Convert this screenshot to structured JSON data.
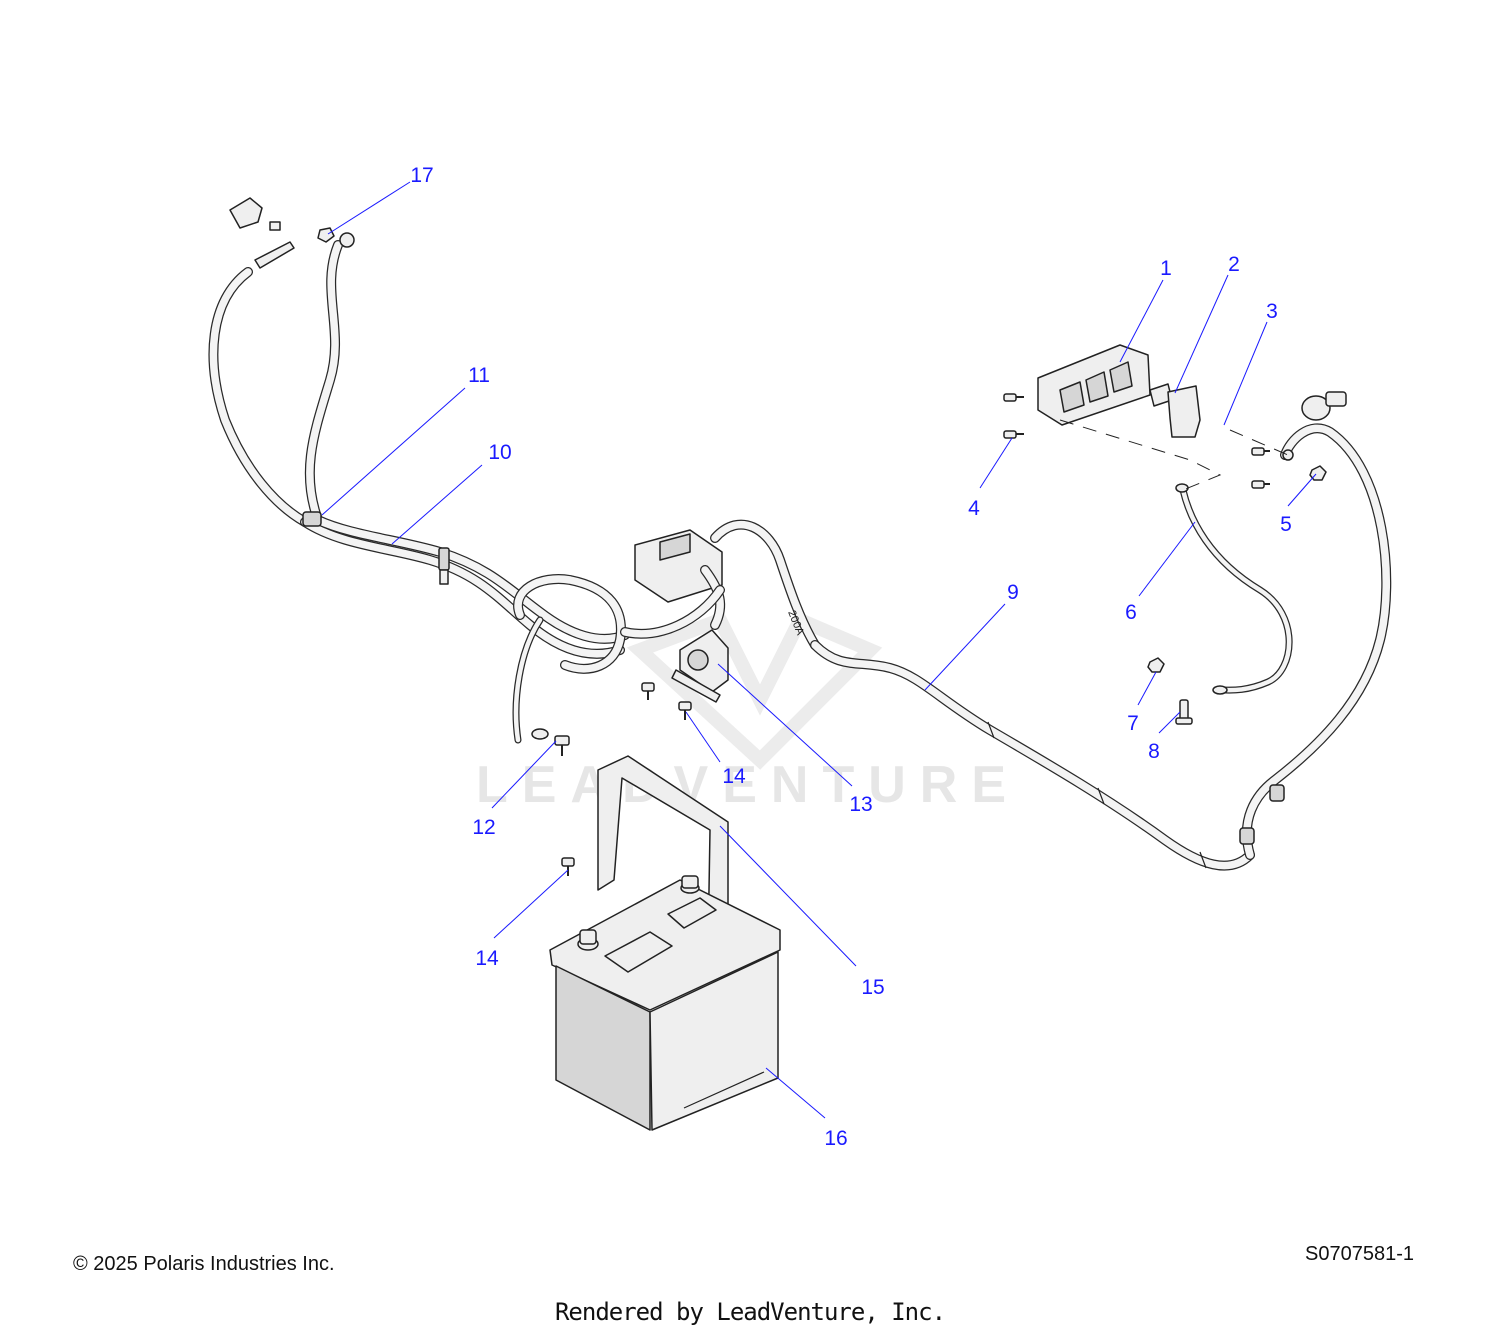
{
  "callouts": [
    {
      "label": "1"
    },
    {
      "label": "2"
    },
    {
      "label": "3"
    },
    {
      "label": "4"
    },
    {
      "label": "5"
    },
    {
      "label": "6"
    },
    {
      "label": "7"
    },
    {
      "label": "8"
    },
    {
      "label": "9"
    },
    {
      "label": "10"
    },
    {
      "label": "11"
    },
    {
      "label": "12"
    },
    {
      "label": "13"
    },
    {
      "label": "14"
    },
    {
      "label": "14"
    },
    {
      "label": "15"
    },
    {
      "label": "16"
    },
    {
      "label": "17"
    }
  ],
  "watermark": "LEADVENTURE",
  "cable_marking": "200A",
  "footer": {
    "copyright": "© 2025 Polaris Industries Inc.",
    "drawing_id": "S0707581-1",
    "rendered_by": "Rendered by LeadVenture, Inc."
  },
  "colors": {
    "callout": "#1a1aff",
    "line_art": "#222222",
    "watermark": "#e6e6e6"
  }
}
